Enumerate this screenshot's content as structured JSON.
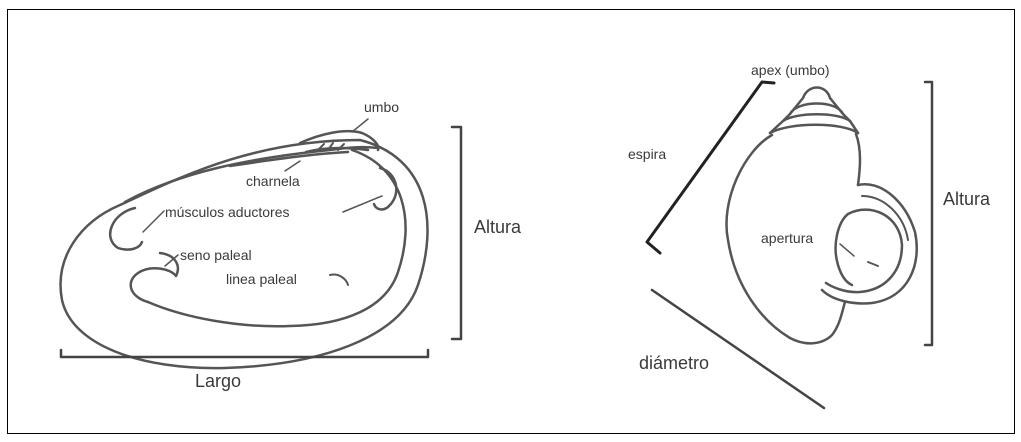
{
  "bivalve": {
    "labels": {
      "umbo": "umbo",
      "charnela": "charnela",
      "musculos": "músculos aductores",
      "seno": "seno paleal",
      "linea": "linea paleal",
      "altura": "Altura",
      "largo": "Largo"
    }
  },
  "gastropod": {
    "labels": {
      "apex": "apex (umbo)",
      "espira": "espira",
      "apertura": "apertura",
      "altura": "Altura",
      "diametro": "diámetro"
    }
  },
  "colors": {
    "ink": "#3a3a3a",
    "line": "#555555",
    "dark": "#222222"
  }
}
